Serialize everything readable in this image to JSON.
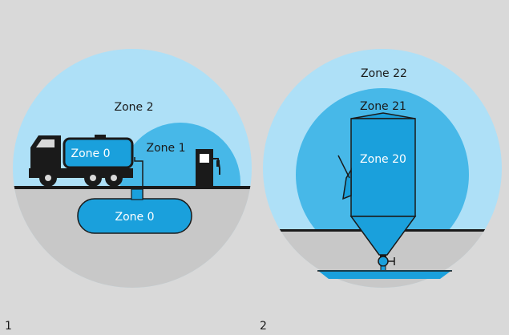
{
  "colors": {
    "background": "#d9d9d9",
    "zone_outer": "#aee0f7",
    "zone_mid": "#47b8e8",
    "zone_inner": "#1aa0dc",
    "ground": "#c8c8c8",
    "black": "#1a1a1a",
    "white": "#ffffff"
  },
  "left": {
    "panel_number": "1",
    "zone_outer_label": "Zone 2",
    "zone_pump_label": "Zone 1",
    "zone_tank_label": "Zone 0",
    "zone_underground_label": "Zone 0"
  },
  "right": {
    "panel_number": "2",
    "zone_outer_label": "Zone 22",
    "zone_mid_label": "Zone 21",
    "zone_inner_label": "Zone 20"
  }
}
